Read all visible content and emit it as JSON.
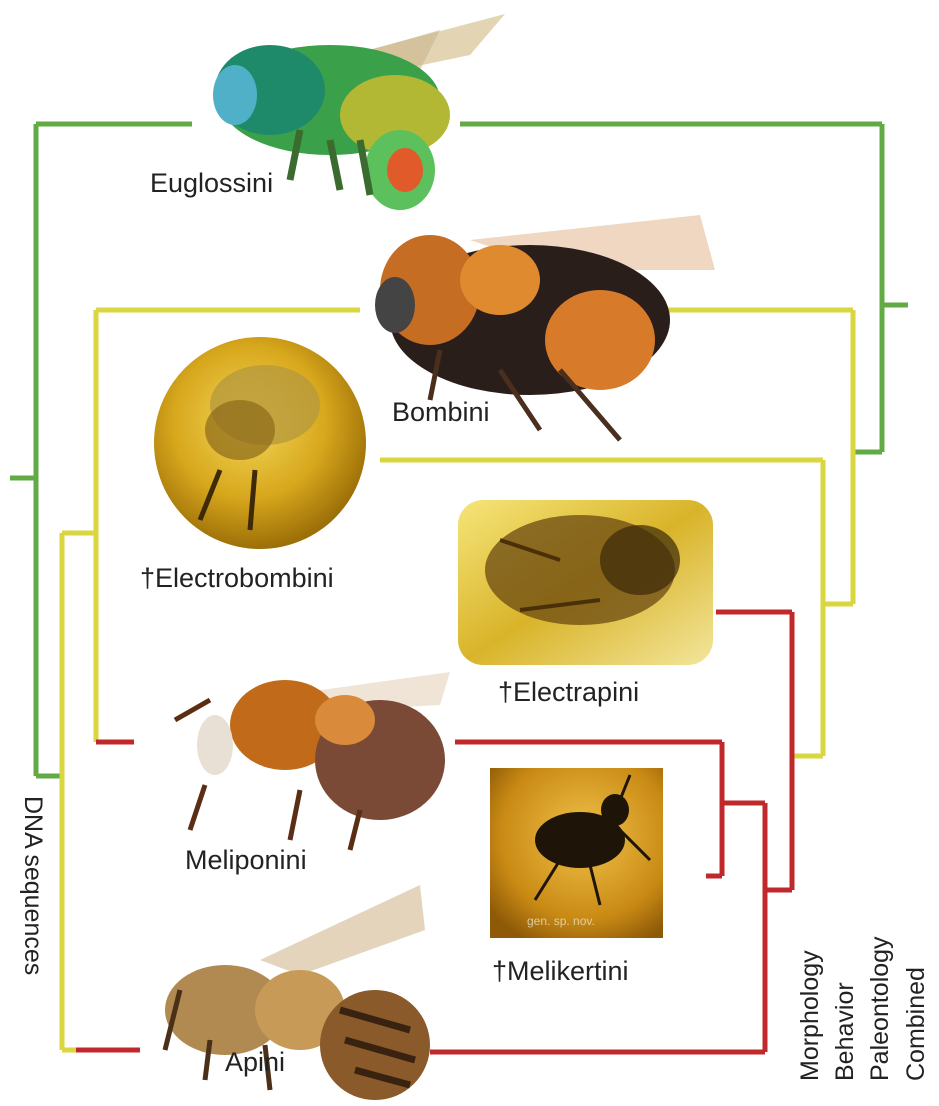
{
  "taxa": {
    "euglossini": "Euglossini",
    "bombini": "Bombini",
    "electrobombini": "†Electrobombini",
    "electrapini": "†Electrapini",
    "meliponini": "Meliponini",
    "melikertini": "†Melikertini",
    "apini": "Apini"
  },
  "left_axis_label": "DNA sequences",
  "right_axis_labels": [
    "Morphology",
    "Behavior",
    "Paleontology",
    "Combined"
  ],
  "specimen_stamp": "gen. sp. nov.",
  "colors": {
    "green": "#62ab44",
    "yellow": "#d9d63f",
    "red": "#c0292b"
  }
}
